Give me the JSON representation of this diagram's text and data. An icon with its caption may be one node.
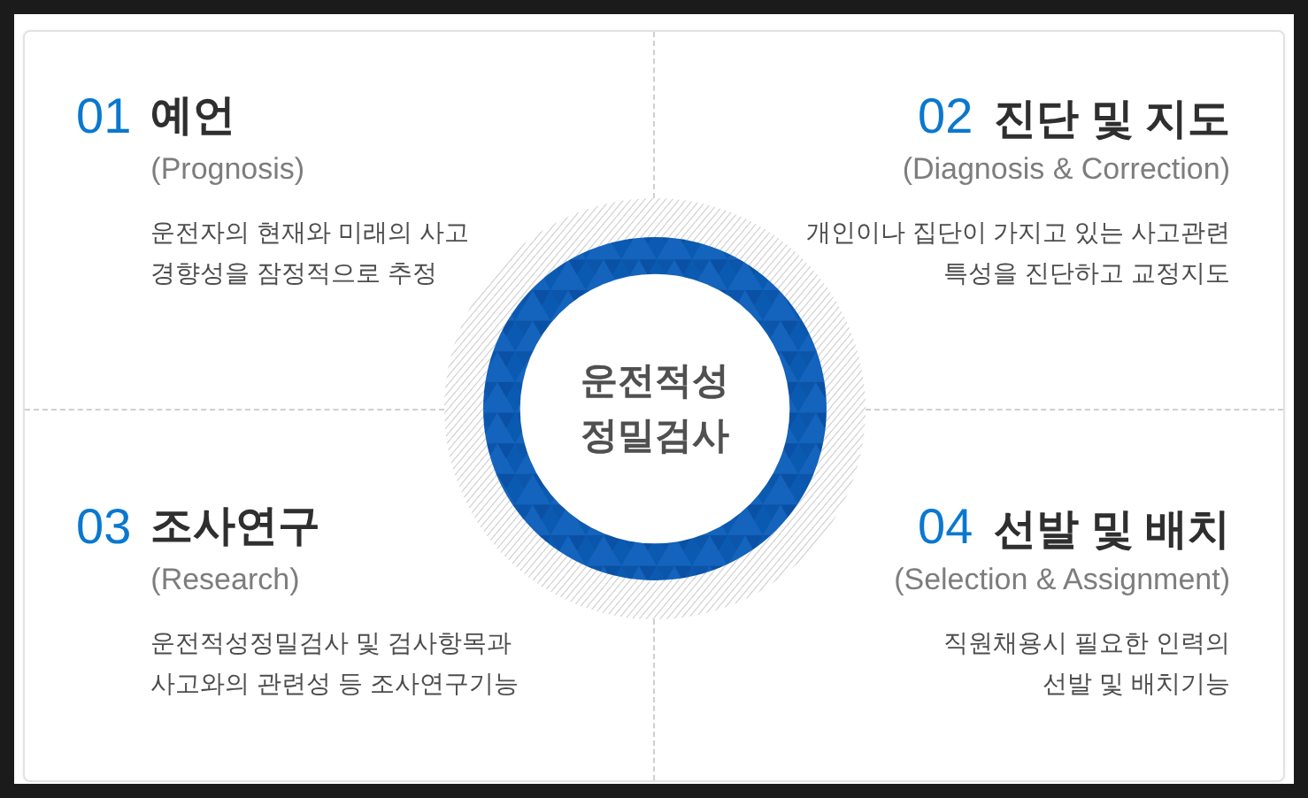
{
  "diagram": {
    "nodes": [
      {
        "text": [
          "01",
          "예언",
          "(Prognosis)",
          "운전자의 현재와 미래의 사고 경향성을 잠정적으로 추정"
        ]
      },
      {
        "text": [
          "02",
          "진단 및 지도",
          "(Diagnosis & Correction)",
          "개인이나 집단이 가지고 있는 사고관련 특성을 진단하고 교정지도"
        ]
      },
      {
        "text": [
          "운전적성 정밀검사"
        ]
      },
      {
        "text": [
          "03",
          "조사연구",
          "(Research)",
          "운전적성정밀검사 및 검사항목과 사고와의 관련성 등 조사연구기능"
        ]
      },
      {
        "text": [
          "04",
          "선발 및 배치",
          "(Selection & Assignment)",
          "직원채용시 필요한 인력의 선발 및 배치기능"
        ]
      }
    ]
  }
}
